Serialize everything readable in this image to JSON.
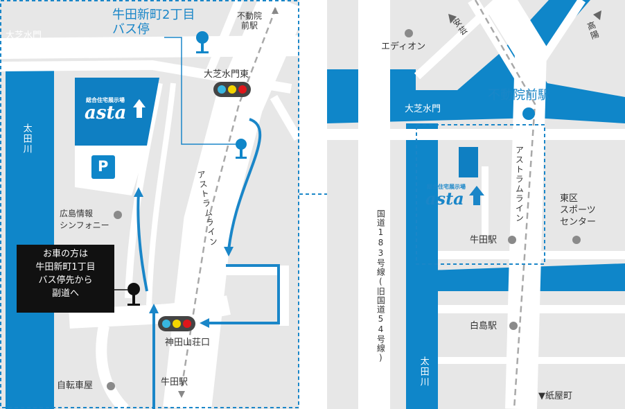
{
  "detail_map": {
    "bus_stop_title": [
      "牛田新町2丁目",
      "バス停"
    ],
    "fudoin_direction": [
      "不動院",
      "前駅"
    ],
    "daishibamon": "大芝水門",
    "daishibamon_higashi": "大芝水門東",
    "river": "太田川",
    "showroom_small": "総合住宅展示場",
    "showroom_brand": "asta",
    "parking": "P",
    "hall": [
      "広島情報",
      "シンフォニー"
    ],
    "astram_line": "アストラムライン",
    "note": [
      "お車の方は",
      "牛田新町1丁目",
      "バス停先から",
      "副道へ"
    ],
    "kandasanso": "神田山荘口",
    "ushita_station_bottom": "牛田駅",
    "bicycle_shop": "自転車屋"
  },
  "wide_map": {
    "ajina_direction": "安芸",
    "koyo_direction": "高陽",
    "edion": "エディオン",
    "fudoin_station": "不動院前駅",
    "daishibamon": "大芝水門",
    "astram_line": "アストラムライン",
    "route54": "国道183号線(旧国道54号線)",
    "sports_center": [
      "東区",
      "スポーツ",
      "センター"
    ],
    "ushita_station": "牛田駅",
    "hakushima_station": "白島駅",
    "river": "太田川",
    "showroom_small": "総合住宅展示場",
    "showroom_brand": "asta",
    "kamiyacho": "▼紙屋町"
  },
  "colors": {
    "water": "#0f86c9",
    "road": "#e6e6e6",
    "accent": "#1a86c8",
    "marker_gray": "#8a8a8a",
    "traffic_light_yellow": "#f3d400",
    "traffic_light_red": "#e0161b",
    "traffic_light_cyan": "#38b6e0"
  }
}
